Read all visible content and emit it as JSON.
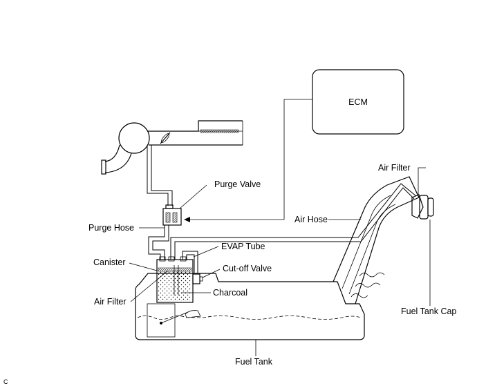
{
  "labels": {
    "ecm": "ECM",
    "air_filter_top": "Air Filter",
    "purge_valve": "Purge Valve",
    "air_hose": "Air Hose",
    "purge_hose": "Purge Hose",
    "evap_tube": "EVAP Tube",
    "canister": "Canister",
    "cutoff_valve": "Cut-off Valve",
    "air_filter_left": "Air Filter",
    "charcoal": "Charcoal",
    "fuel_tank_cap": "Fuel Tank Cap",
    "fuel_tank": "Fuel Tank",
    "figure_code": "C"
  }
}
